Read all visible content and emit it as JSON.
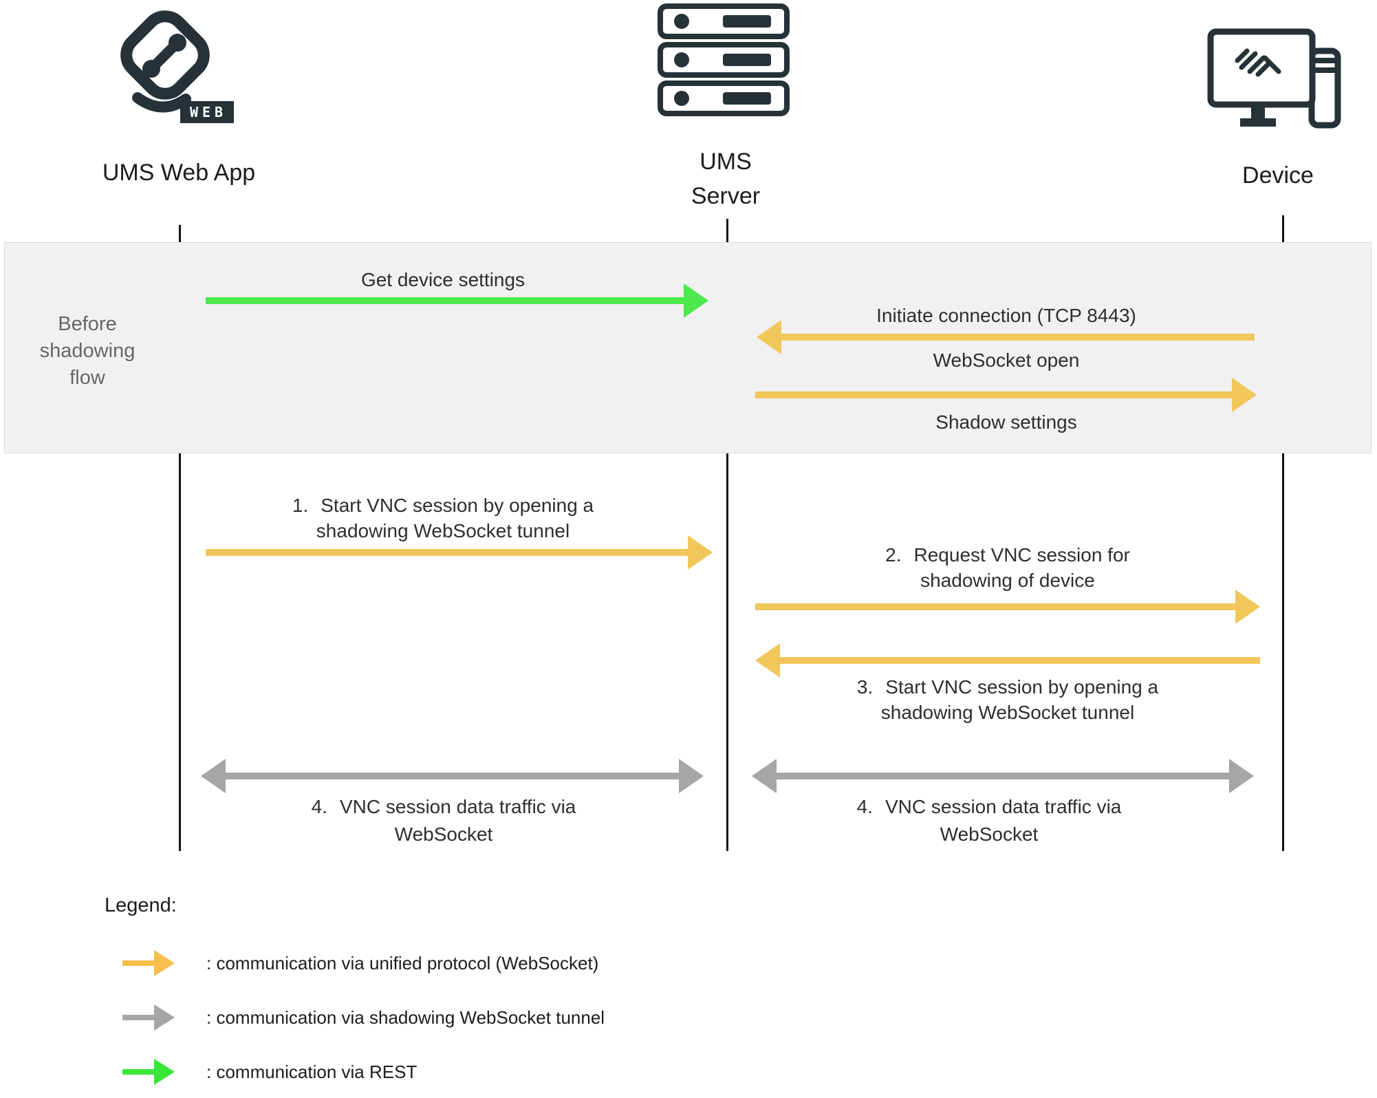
{
  "colors": {
    "dark": "#263238",
    "yellow": "#F1C75B",
    "yellow_legend": "#F8BE4C",
    "green": "#4DE94C",
    "green_legend": "#38E638",
    "gray_arrow": "#A6A6A6",
    "band_bg": "#F1F1F2",
    "band_border": "#D9D9D9",
    "muted": "#666666",
    "ink": "#2E2E2E"
  },
  "actors": {
    "web_app": {
      "label": "UMS Web App",
      "badge": "WEB"
    },
    "server": {
      "label_line1": "UMS",
      "label_line2": "Server"
    },
    "device": {
      "label": "Device"
    }
  },
  "phase": {
    "label": "Before\nshadowing\nflow"
  },
  "messages": {
    "get_device_settings": "Get device settings",
    "initiate_connection": "Initiate connection (TCP 8443)",
    "websocket_open": "WebSocket open",
    "shadow_settings": "Shadow settings",
    "step1": {
      "num": "1.",
      "line1": "Start VNC session by opening a",
      "line2": "shadowing WebSocket tunnel"
    },
    "step2": {
      "num": "2.",
      "line1": "Request VNC session for",
      "line2": "shadowing of device"
    },
    "step3": {
      "num": "3.",
      "line1": "Start VNC session by opening a",
      "line2": "shadowing WebSocket tunnel"
    },
    "step4": {
      "num": "4.",
      "line1": "VNC session data traffic via",
      "line2": "WebSocket"
    }
  },
  "legend": {
    "title": "Legend:",
    "items": [
      {
        "label": ": communication via unified protocol (WebSocket)"
      },
      {
        "label": ": communication via shadowing WebSocket tunnel"
      },
      {
        "label": ": communication via REST"
      }
    ]
  }
}
